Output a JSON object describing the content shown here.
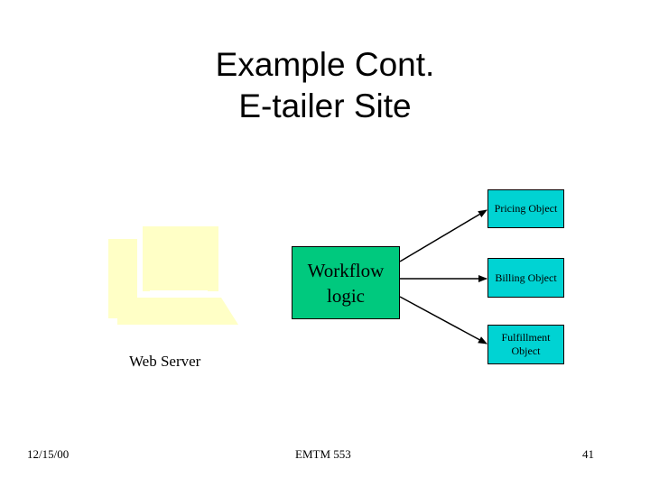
{
  "slide": {
    "title_line1": "Example Cont.",
    "title_line2": "E-tailer Site"
  },
  "diagram": {
    "web_server_label": "Web Server",
    "workflow_label_line1": "Workflow",
    "workflow_label_line2": "logic",
    "pricing_label": "Pricing Object",
    "billing_label": "Billing Object",
    "fulfillment_label_line1": "Fulfillment",
    "fulfillment_label_line2": "Object",
    "colors": {
      "object_fill": "#00d3d3",
      "workflow_fill": "#00c97e",
      "server_icon": "#ffffc6",
      "arrows": "#000000"
    }
  },
  "footer": {
    "date": "12/15/00",
    "course": "EMTM 553",
    "page_number": "41"
  }
}
